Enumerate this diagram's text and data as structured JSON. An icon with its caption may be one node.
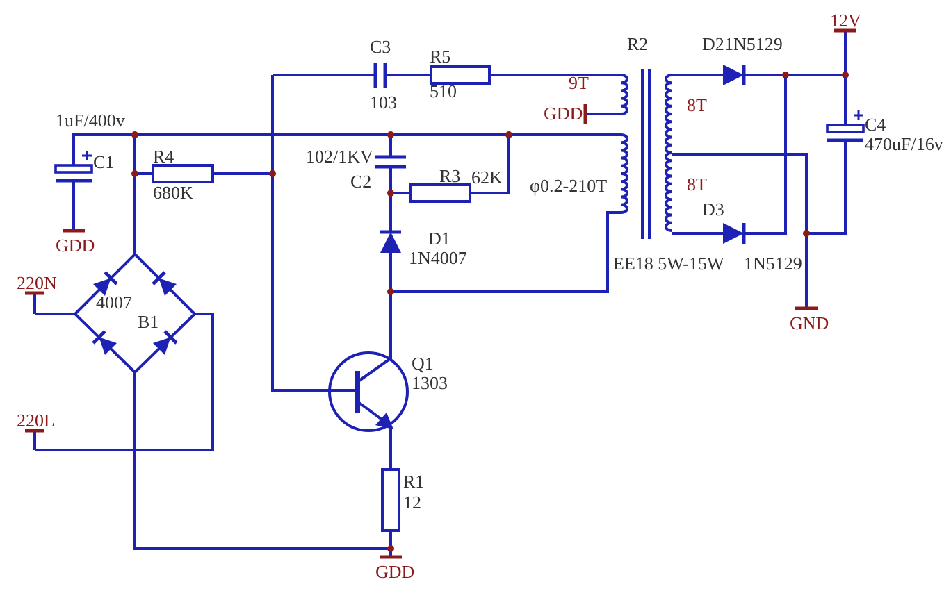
{
  "diagram": {
    "labels": [
      "C3",
      "103",
      "R5",
      "510",
      "R2",
      "D2",
      "1N5129",
      "12V",
      "9T",
      "GDD",
      "8T",
      "1uF/400v",
      "C1",
      "R4",
      "680K",
      "C4",
      "470uF/16v",
      "102/1KV",
      "C2",
      "R3",
      "62K",
      "φ0.2-210T",
      "8T",
      "D3",
      "D1",
      "1N4007",
      "EE18 5W-15W",
      "1N5129",
      "GDD",
      "220N",
      "4007",
      "B1",
      "GND",
      "Q1",
      "1303",
      "220L",
      "R1",
      "12",
      "GDD"
    ]
  }
}
